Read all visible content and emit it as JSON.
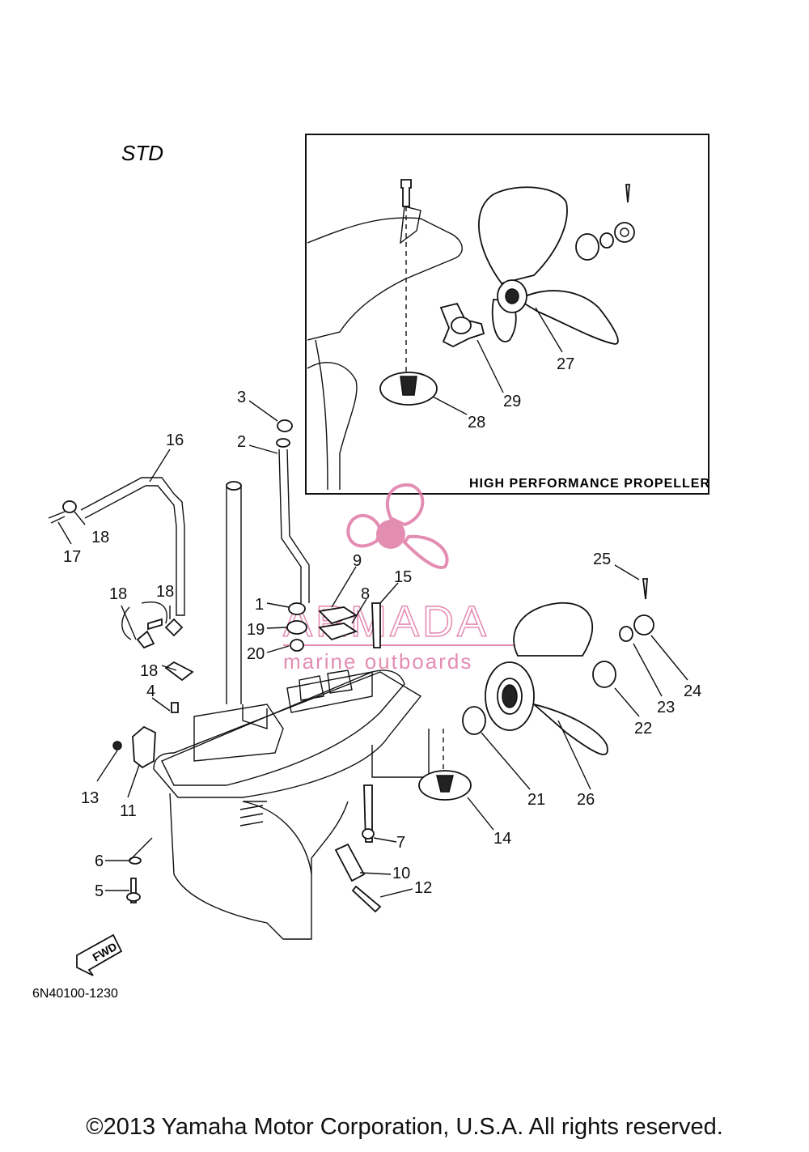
{
  "diagram": {
    "variant_label": "STD",
    "inset_title": "HIGH PERFORMANCE PROPELLER",
    "drawing_number": "6N40100-1230",
    "fwd_label": "FWD",
    "watermark": {
      "brand": "ARMADA",
      "tagline": "marine outboards",
      "color": "#e07aa6"
    },
    "callouts": [
      {
        "id": "1",
        "text": "1"
      },
      {
        "id": "2",
        "text": "2"
      },
      {
        "id": "3",
        "text": "3"
      },
      {
        "id": "4",
        "text": "4"
      },
      {
        "id": "5",
        "text": "5"
      },
      {
        "id": "6",
        "text": "6"
      },
      {
        "id": "7",
        "text": "7"
      },
      {
        "id": "8",
        "text": "8"
      },
      {
        "id": "9",
        "text": "9"
      },
      {
        "id": "10",
        "text": "10"
      },
      {
        "id": "11",
        "text": "11"
      },
      {
        "id": "12",
        "text": "12"
      },
      {
        "id": "13",
        "text": "13"
      },
      {
        "id": "14",
        "text": "14"
      },
      {
        "id": "15",
        "text": "15"
      },
      {
        "id": "16",
        "text": "16"
      },
      {
        "id": "17",
        "text": "17"
      },
      {
        "id": "18a",
        "text": "18"
      },
      {
        "id": "18b",
        "text": "18"
      },
      {
        "id": "18c",
        "text": "18"
      },
      {
        "id": "18d",
        "text": "18"
      },
      {
        "id": "19",
        "text": "19"
      },
      {
        "id": "20",
        "text": "20"
      },
      {
        "id": "21",
        "text": "21"
      },
      {
        "id": "22",
        "text": "22"
      },
      {
        "id": "23",
        "text": "23"
      },
      {
        "id": "24",
        "text": "24"
      },
      {
        "id": "25",
        "text": "25"
      },
      {
        "id": "26",
        "text": "26"
      },
      {
        "id": "27",
        "text": "27"
      },
      {
        "id": "28",
        "text": "28"
      },
      {
        "id": "29",
        "text": "29"
      }
    ]
  },
  "footer": {
    "copyright": "©2013 Yamaha Motor Corporation, U.S.A. All rights reserved."
  }
}
